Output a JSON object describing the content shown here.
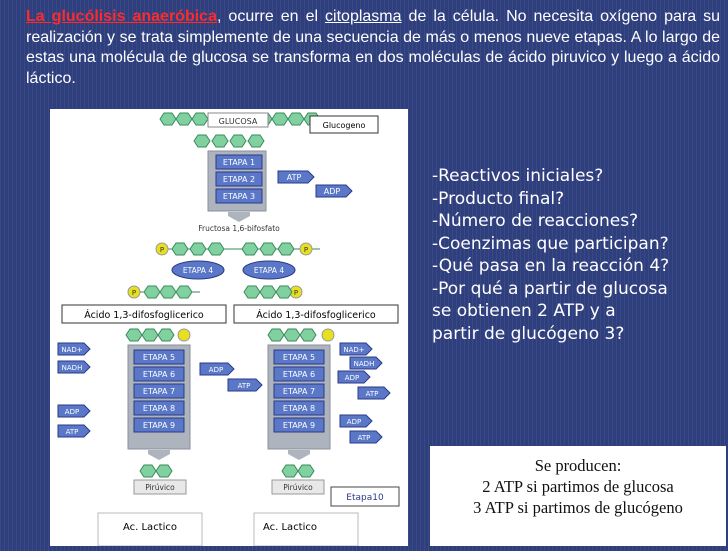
{
  "intro": {
    "highlight": "La glucólisis anaeróbica",
    "part1": ", ocurre en el ",
    "link": "citoplasma",
    "part2": " de la célula. No necesita oxígeno para su realización y se trata simplemente de una secuencia de más o menos nueve etapas. A lo largo de estas una molécula de glucosa se transforma en dos moléculas de ácido piruvico y luego a ácido láctico."
  },
  "diagram": {
    "glucosa": "GLUCOSA",
    "glucogeno": "Glucogeno",
    "etapas_top": [
      "ETAPA 1",
      "ETAPA 2",
      "ETAPA 3"
    ],
    "atp": "ATP",
    "adp": "ADP",
    "fructosa": "Fructosa 1,6-bifosfato",
    "p": "P",
    "etapa4": "ETAPA 4",
    "acido_left": "Ácido 1,3-difosfoglicerico",
    "acido_right": "Ácido 1,3-difosfoglicerico",
    "nad": "NAD+",
    "nadh": "NADH",
    "etapas_bottom": [
      "ETAPA 5",
      "ETAPA 6",
      "ETAPA 7",
      "ETAPA 8",
      "ETAPA 9"
    ],
    "piruvico": "Pirúvico",
    "etapa10": "Etapa10",
    "lactico_left": "Ac. Lactico",
    "lactico_right": "Ac. Lactico"
  },
  "questions": [
    "-Reactivos iniciales?",
    "-Producto final?",
    "-Número de reacciones?",
    "-Coenzimas que participan?",
    "-Qué pasa en la reacción 4?",
    "-Por qué a partir de glucosa",
    "se obtienen 2 ATP y a",
    "partir de glucógeno 3?"
  ],
  "answer": {
    "title": "Se producen:",
    "line1": "2 ATP si partimos de glucosa",
    "line2": "3 ATP si partimos de glucógeno"
  },
  "colors": {
    "background": "#2f3f7e",
    "highlight": "#ff2a2a",
    "etapa_box": "#5b78c8",
    "hexagon": "#80d0a0",
    "phosphate": "#e6e020",
    "column": "#aeb4bd"
  }
}
